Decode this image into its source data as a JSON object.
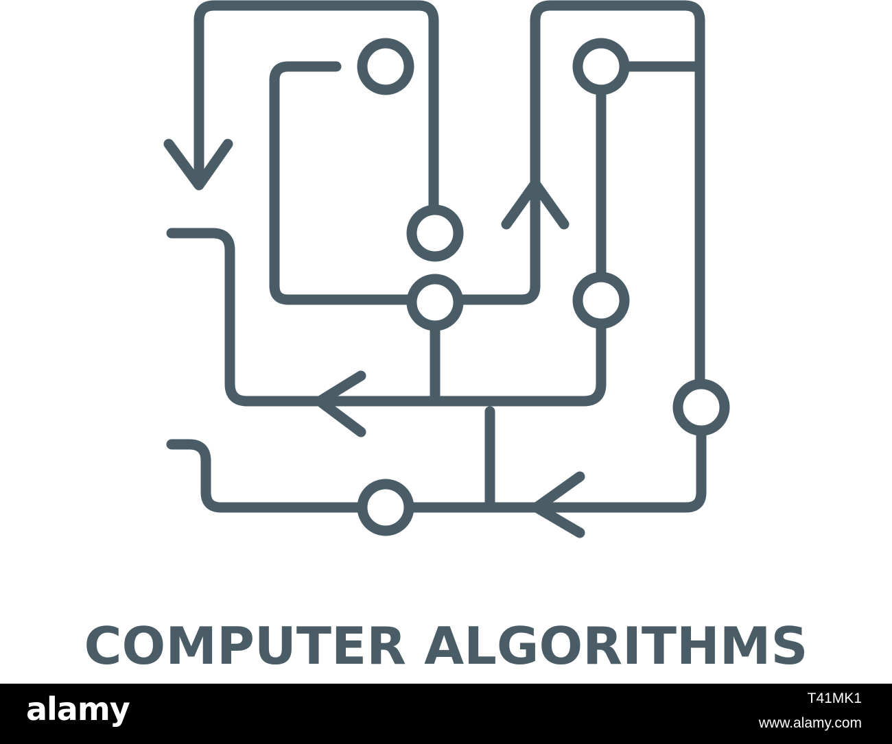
{
  "caption": "COMPUTER ALGORITHMS",
  "footer": {
    "logo_text": "alamy",
    "image_id": "T41MK1",
    "url": "www.alamy.com"
  },
  "colors": {
    "stroke": "#4a5d66",
    "caption": "#4a5d66",
    "footer_bg": "#000000",
    "footer_text": "#ffffff"
  },
  "icons": [
    "algorithm-flowchart-icon"
  ]
}
